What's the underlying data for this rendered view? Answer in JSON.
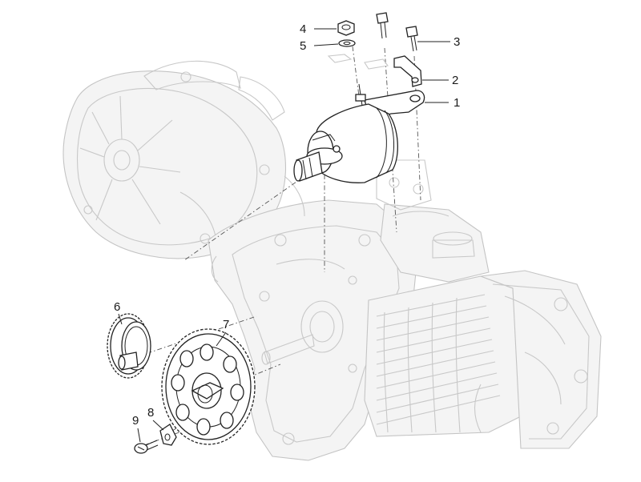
{
  "callouts": [
    {
      "id": "1",
      "label": "1"
    },
    {
      "id": "2",
      "label": "2"
    },
    {
      "id": "3",
      "label": "3"
    },
    {
      "id": "4",
      "label": "4"
    },
    {
      "id": "5",
      "label": "5"
    },
    {
      "id": "6",
      "label": "6"
    },
    {
      "id": "7",
      "label": "7"
    },
    {
      "id": "8",
      "label": "8"
    },
    {
      "id": "9",
      "label": "9"
    }
  ],
  "colors": {
    "line": "#222222",
    "ghost": "#c8c8c8",
    "background": "#ffffff"
  }
}
